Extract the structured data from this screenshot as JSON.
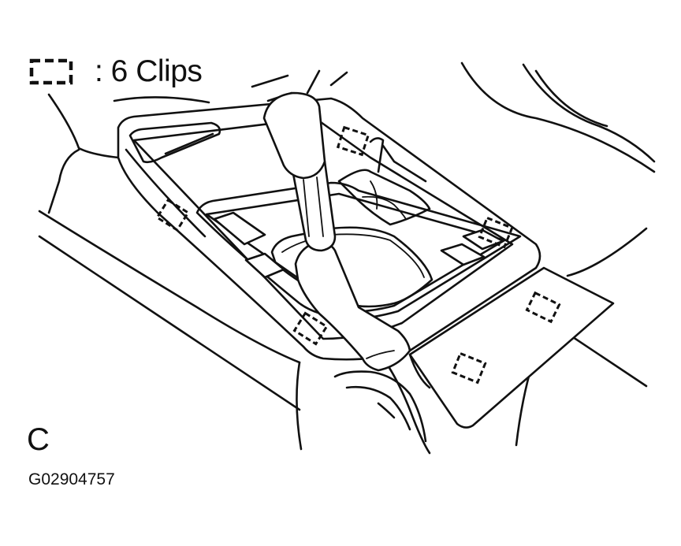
{
  "legend": {
    "symbol_icon": "dashed-square-clip-icon",
    "label": ": 6 Clips"
  },
  "view_letter": "C",
  "figure_id": "G02904757",
  "clips": [
    {
      "id": 1
    },
    {
      "id": 2
    },
    {
      "id": 3
    },
    {
      "id": 4
    },
    {
      "id": 5
    },
    {
      "id": 6
    }
  ],
  "colors": {
    "line": "#111111",
    "background": "#ffffff"
  }
}
